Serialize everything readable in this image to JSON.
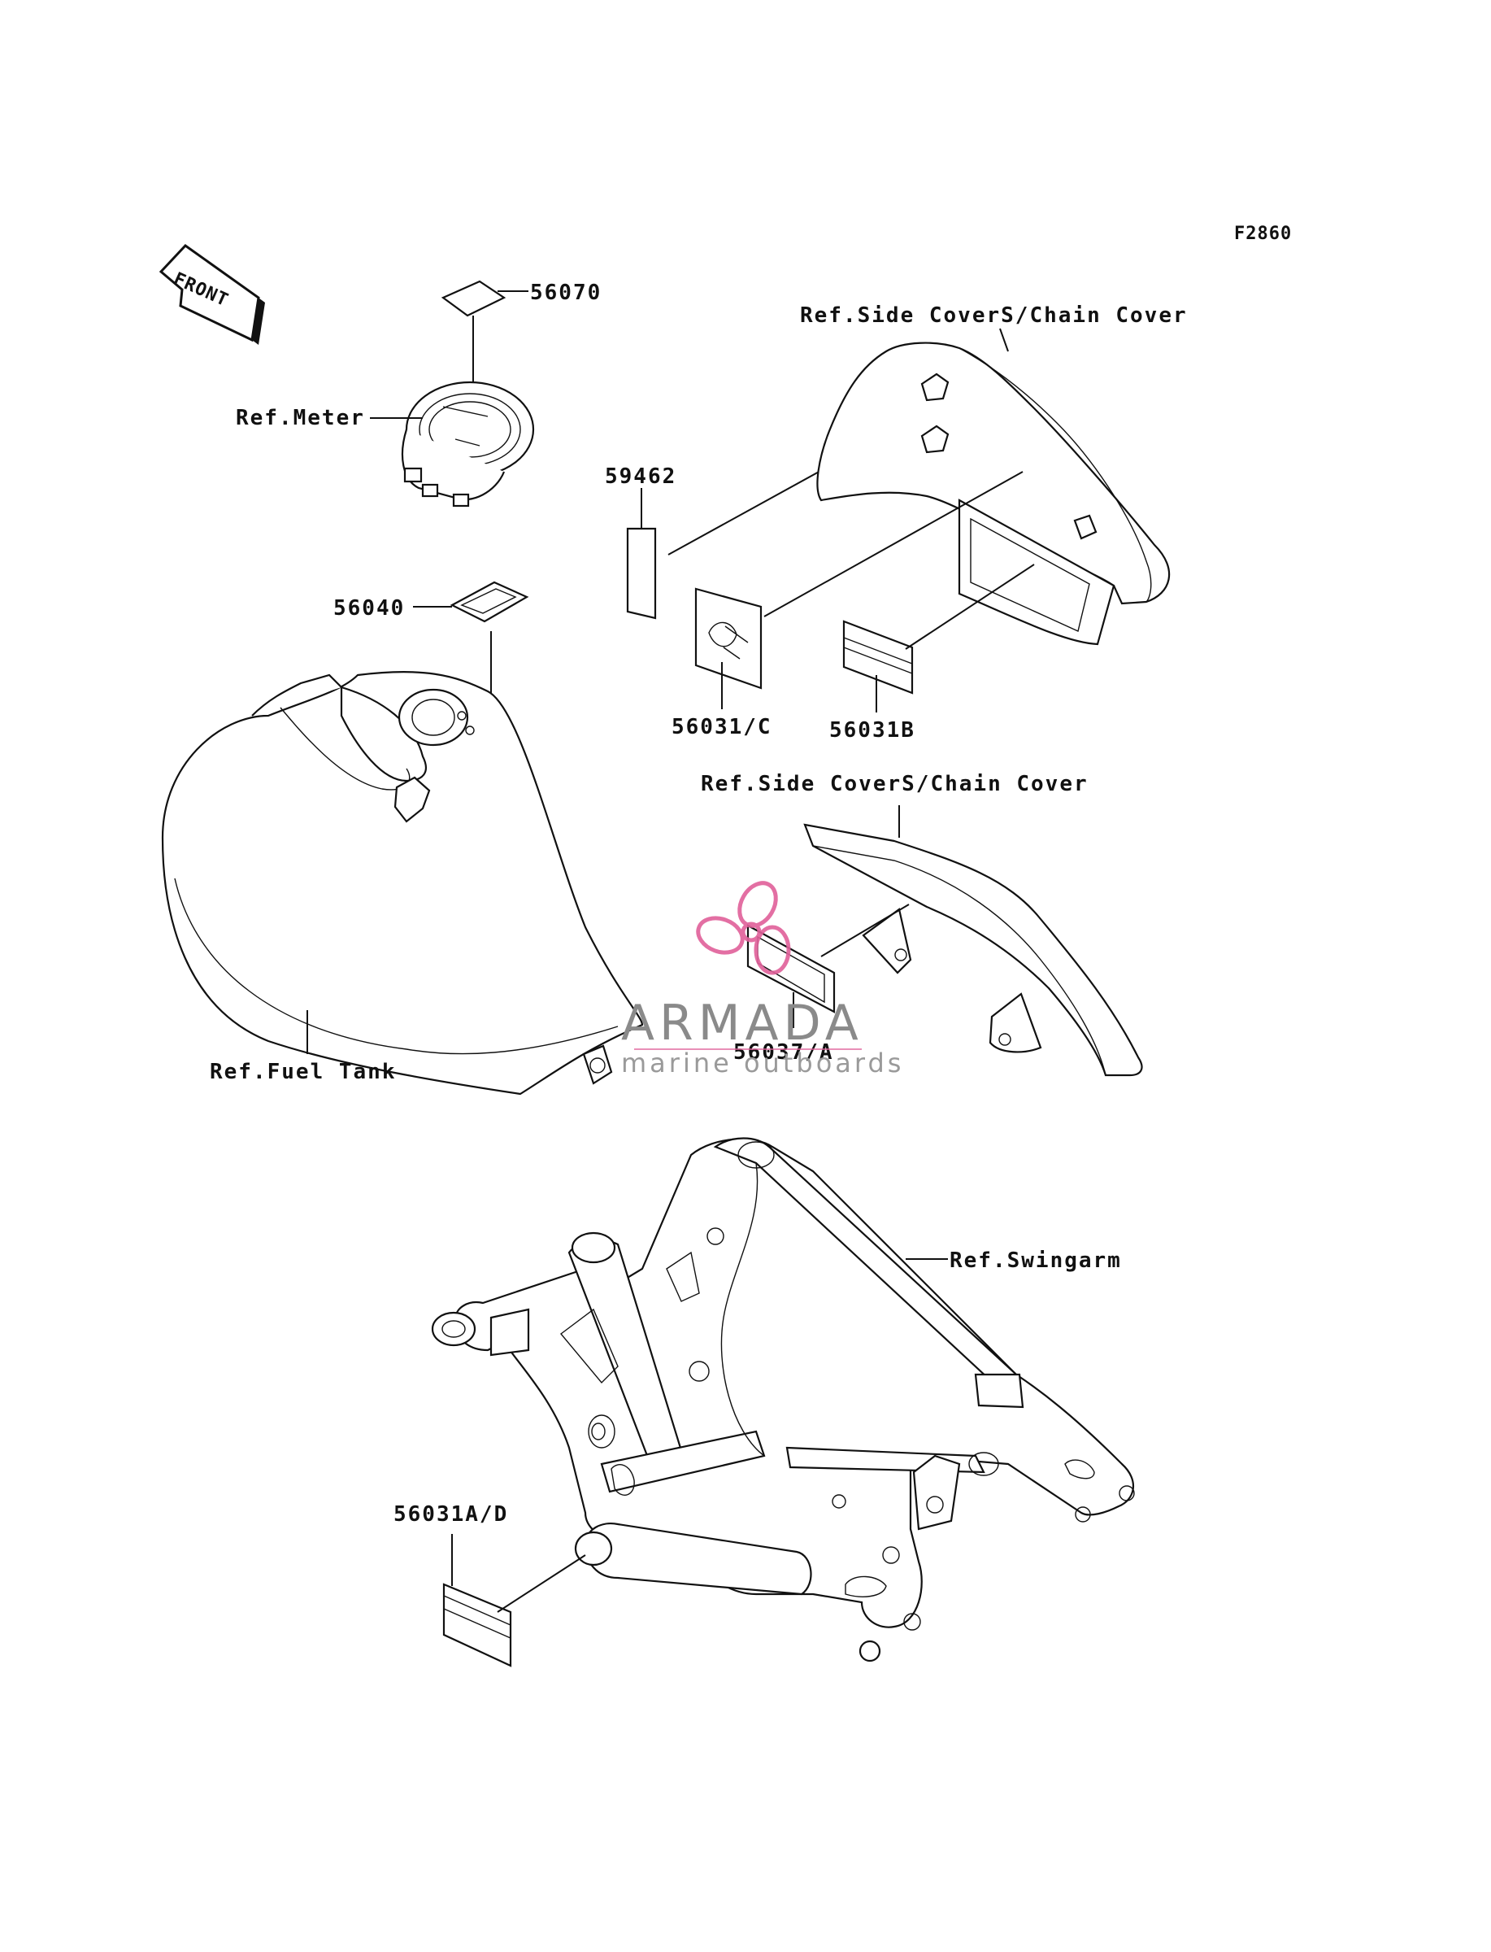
{
  "figure_code": "F2860",
  "front_arrow": "FRONT",
  "labels": {
    "p56070": "56070",
    "ref_meter": "Ref.Meter",
    "ref_side_cover_top": "Ref.Side CoverS/Chain Cover",
    "p59462": "59462",
    "p56040": "56040",
    "p56031c": "56031/C",
    "p56031b": "56031B",
    "ref_side_cover_mid": "Ref.Side CoverS/Chain Cover",
    "p56037a": "56037/A",
    "ref_fuel_tank": "Ref.Fuel Tank",
    "ref_swingarm": "Ref.Swingarm",
    "p56031ad": "56031A/D"
  },
  "watermark": {
    "brand": "ARMADA",
    "tagline": "marine outboards",
    "accent_color": "#e0609a"
  }
}
